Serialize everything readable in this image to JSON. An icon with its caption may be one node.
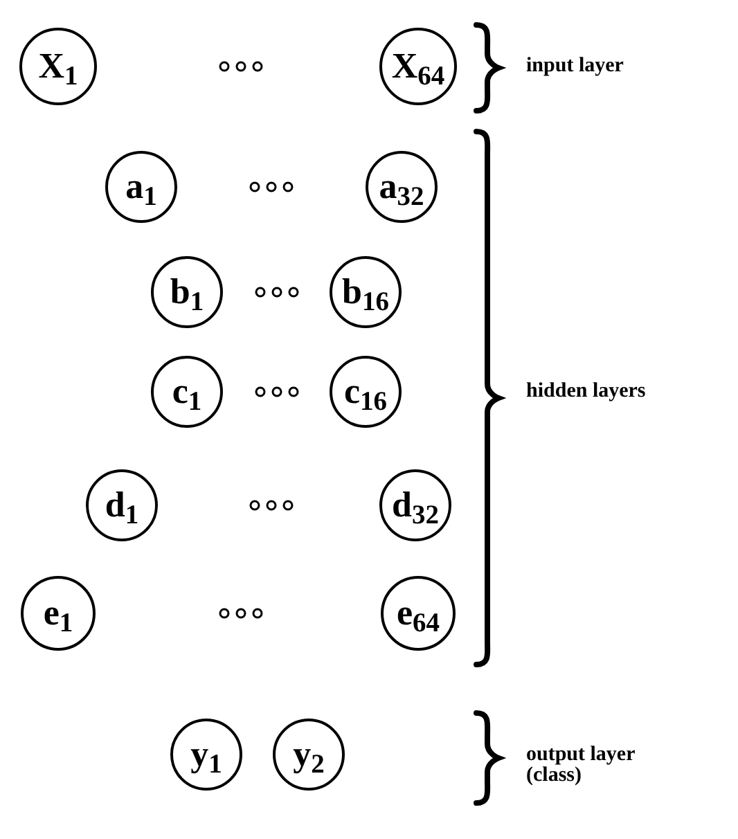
{
  "diagram": {
    "nodes": [
      {
        "text": [
          "X$_{1}$"
        ]
      },
      {
        "text": [
          "X$_{64}$"
        ]
      },
      {
        "text": [
          "a$_{1}$"
        ]
      },
      {
        "text": [
          "a$_{32}$"
        ]
      },
      {
        "text": [
          "b$_{1}$"
        ]
      },
      {
        "text": [
          "b$_{16}$"
        ]
      },
      {
        "text": [
          "c$_{1}$"
        ]
      },
      {
        "text": [
          "c$_{16}$"
        ]
      },
      {
        "text": [
          "d$_{1}$"
        ]
      },
      {
        "text": [
          "d$_{32}$"
        ]
      },
      {
        "text": [
          "e$_{1}$"
        ]
      },
      {
        "text": [
          "e$_{64}$"
        ]
      },
      {
        "text": [
          "y$_{1}$"
        ]
      },
      {
        "text": [
          "y$_{2}$"
        ]
      }
    ],
    "labels": [
      "input layer",
      "hidden layers",
      "output layer (class)"
    ]
  }
}
